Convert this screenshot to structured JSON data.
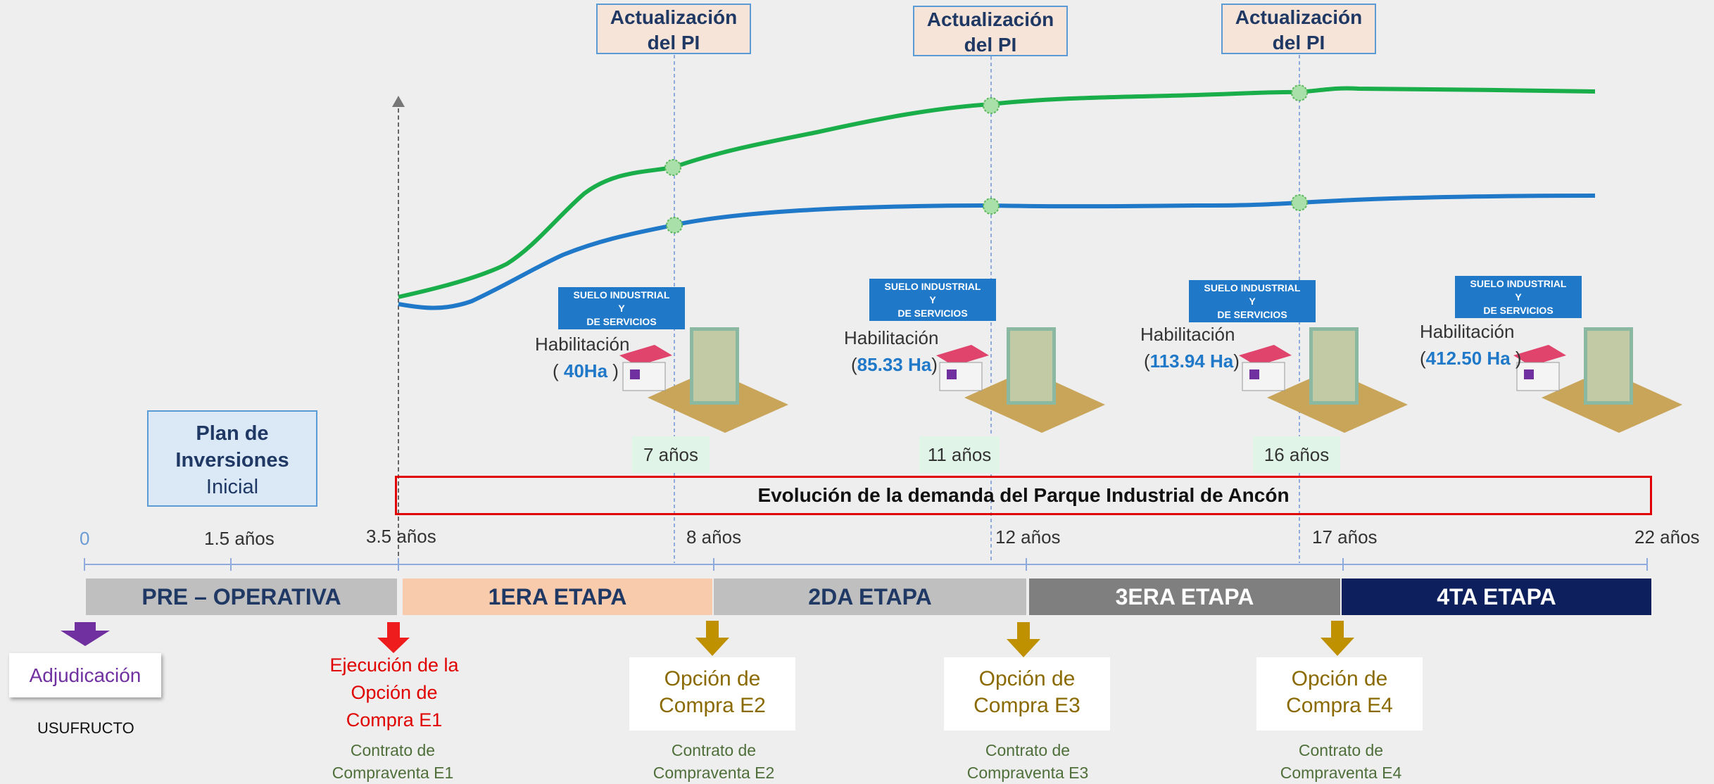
{
  "pi_updates": [
    {
      "line1": "Actualización",
      "line2": "del PI"
    },
    {
      "line1": "Actualización",
      "line2": "del PI"
    },
    {
      "line1": "Actualización",
      "line2": "del PI"
    }
  ],
  "suelo_label": {
    "line1": "SUELO INDUSTRIAL",
    "line2": "Y",
    "line3": "DE SERVICIOS"
  },
  "habilitaciones": [
    {
      "label": "Habilitación",
      "open": "( ",
      "value": "40Ha",
      "close": " )"
    },
    {
      "label": "Habilitación",
      "open": "(",
      "value": "85.33 Ha",
      "close": ")"
    },
    {
      "label": "Habilitación",
      "open": "(",
      "value": "113.94 Ha",
      "close": ")"
    },
    {
      "label": "Habilitación",
      "open": "(",
      "value": "412.50 Ha",
      "close": " )"
    }
  ],
  "year_badges": [
    "7 años",
    "11 años",
    "16 años"
  ],
  "demand_banner": "Evolución de la demanda del Parque Industrial de Ancón",
  "plan": {
    "line1": "Plan de",
    "line2": "Inversiones",
    "line3": "Inicial"
  },
  "timeline_ticks": [
    "0",
    "1.5 años",
    "3.5 años",
    "8 años",
    "12 años",
    "17 años",
    "22 años"
  ],
  "stages": [
    {
      "label": "PRE – OPERATIVA",
      "color": "#bfbfbf",
      "text_color": "#1f3864"
    },
    {
      "label": "1ERA ETAPA",
      "color": "#f8cbad",
      "text_color": "#1f3864"
    },
    {
      "label": "2DA ETAPA",
      "color": "#bfbfbf",
      "text_color": "#1f3864"
    },
    {
      "label": "3ERA ETAPA",
      "color": "#7f7f7f",
      "text_color": "#ffffff"
    },
    {
      "label": "4TA ETAPA",
      "color": "#0d1f5c",
      "text_color": "#ffffff"
    }
  ],
  "adjudicacion": "Adjudicación",
  "usufructo": "USUFRUCTO",
  "ejecucion": {
    "line1": "Ejecución de la",
    "line2": "Opción de",
    "line3": "Compra E1"
  },
  "options": [
    {
      "line1": "Opción de",
      "line2": "Compra E2"
    },
    {
      "line1": "Opción de",
      "line2": "Compra E3"
    },
    {
      "line1": "Opción de",
      "line2": "Compra E4"
    }
  ],
  "contratos": [
    {
      "line1": "Contrato de",
      "line2": "Compraventa E1"
    },
    {
      "line1": "Contrato de",
      "line2": "Compraventa E2"
    },
    {
      "line1": "Contrato de",
      "line2": "Compraventa E3"
    },
    {
      "line1": "Contrato de",
      "line2": "Compraventa E4"
    }
  ],
  "colors": {
    "green_curve": "#1aae4a",
    "blue_curve": "#1f78c8",
    "banner_border": "#e00000",
    "adjudicacion": "#7030a0",
    "ejecucion": "#e00000",
    "option_arrow": "#bf9000"
  }
}
